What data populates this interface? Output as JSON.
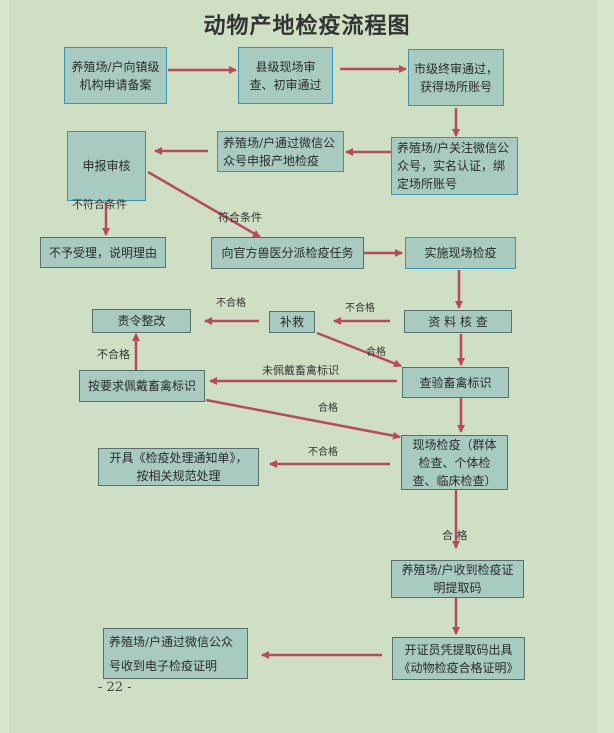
{
  "title": "动物产地检疫流程图",
  "page_number": "- 22 -",
  "colors": {
    "arrow": "#b84a5a",
    "box_fill": "#a7cbc1",
    "background": "#cfdfc3"
  },
  "nodes": {
    "apply_filing": "养殖场/户向镇级机构申请备案",
    "county_review": "县级现场审查、初审通过",
    "city_approval": "市级终审通过，获得场所账号",
    "follow_wechat": "养殖场/户关注微信公众号，实名认证，绑定场所账号",
    "wechat_declare": "养殖场/户通过微信公众号申报产地检疫",
    "declare_review": "申报审核",
    "reject": "不予受理，说明理由",
    "assign_vet": "向官方兽医分派检疫任务",
    "onsite_quarantine": "实施现场检疫",
    "document_check": "资 料 核 查",
    "remedy": "补救",
    "order_rectify": "责令整改",
    "wear_tags": "按要求佩戴畜禽标识",
    "check_tags": "查验畜禽标识",
    "field_quarantine": "现场检疫（群体检查、个体检查、临床检查）",
    "issue_notice": "开具《检疫处理通知单》，按相关规范处理",
    "receive_code": "养殖场/户收到检疫证明提取码",
    "issue_certificate": "开证员凭提取码出具《动物检疫合格证明》",
    "receive_e_cert": "养殖场/户通过微信公众号收到电子检疫证明"
  },
  "edge_labels": {
    "not_eligible": "不符合条件",
    "eligible": "符合条件",
    "fail_doc": "不合格",
    "fail_remedy": "不合格",
    "pass_remedy": "合格",
    "no_tags": "未佩戴畜禽标识",
    "fail_tags": "不合格",
    "pass_tags": "合格",
    "fail_field": "不合格",
    "pass_field": "合 格"
  }
}
